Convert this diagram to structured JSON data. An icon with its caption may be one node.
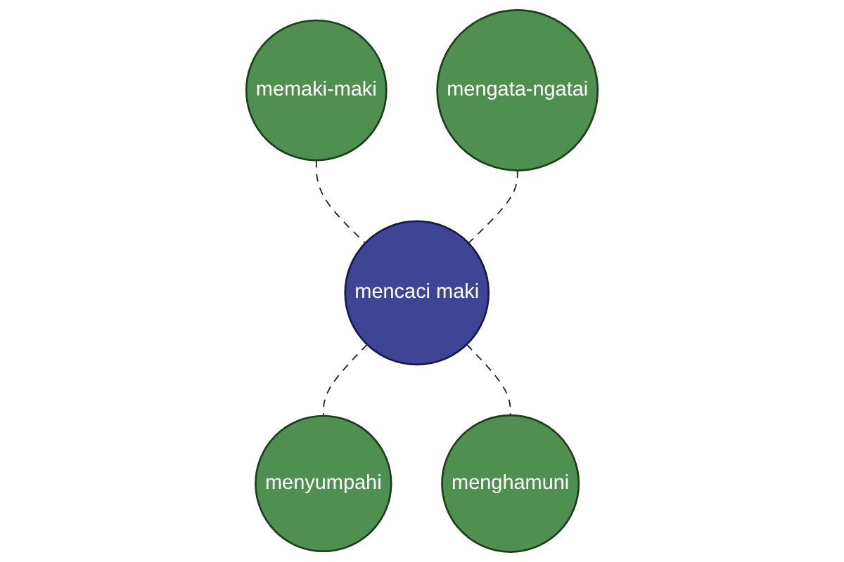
{
  "diagram": {
    "nodes": [
      {
        "text": [
          "memaki-maki"
        ]
      },
      {
        "text": [
          "mengata-ngatai"
        ]
      },
      {
        "text": [
          "mencaci maki"
        ]
      },
      {
        "text": [
          "menyumpahi"
        ]
      },
      {
        "text": [
          "menghamuni"
        ]
      }
    ],
    "edges": [
      {
        "from": 0,
        "to": 2,
        "arrow": "none",
        "style": "dashed"
      },
      {
        "from": 1,
        "to": 2,
        "arrow": "none",
        "style": "dashed"
      },
      {
        "from": 2,
        "to": 3,
        "arrow": "none",
        "style": "dashed"
      },
      {
        "from": 2,
        "to": 4,
        "arrow": "none",
        "style": "dashed"
      }
    ]
  }
}
